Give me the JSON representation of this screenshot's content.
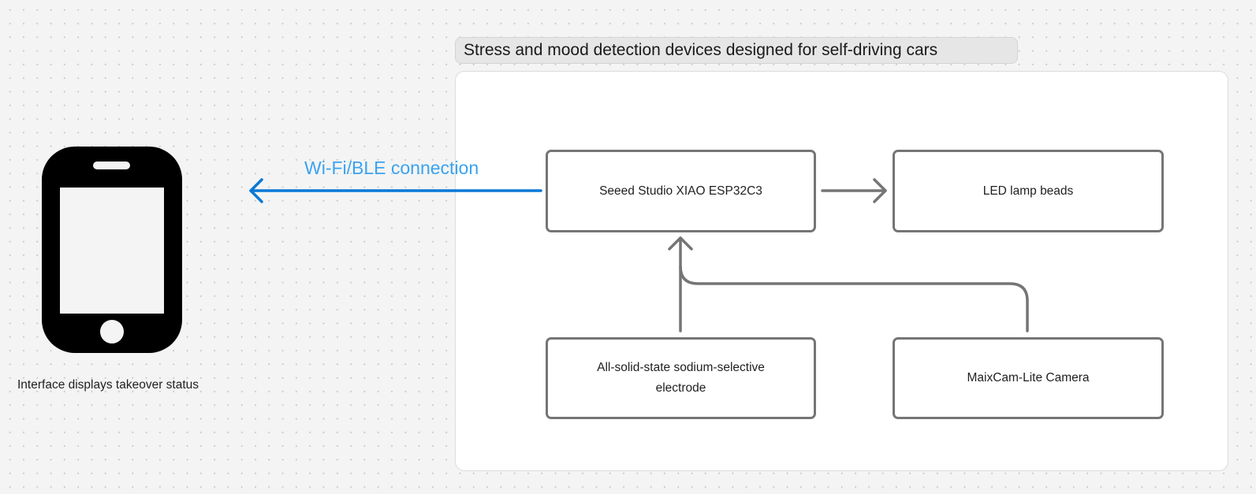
{
  "group": {
    "title": "Stress and mood detection devices designed for self-driving cars"
  },
  "nodes": {
    "mcu": "Seeed Studio XIAO ESP32C3",
    "led": "LED lamp beads",
    "electrode": "All-solid-state sodium-selective electrode",
    "camera": "MaixCam-Lite Camera"
  },
  "connection": {
    "label": "Wi-Fi/BLE connection"
  },
  "phone": {
    "label": "Interface displays takeover status",
    "icon": "smartphone-icon"
  },
  "colors": {
    "connection": "#0a78d6",
    "connection_label": "#3aa3f0",
    "node_border": "#757575"
  }
}
